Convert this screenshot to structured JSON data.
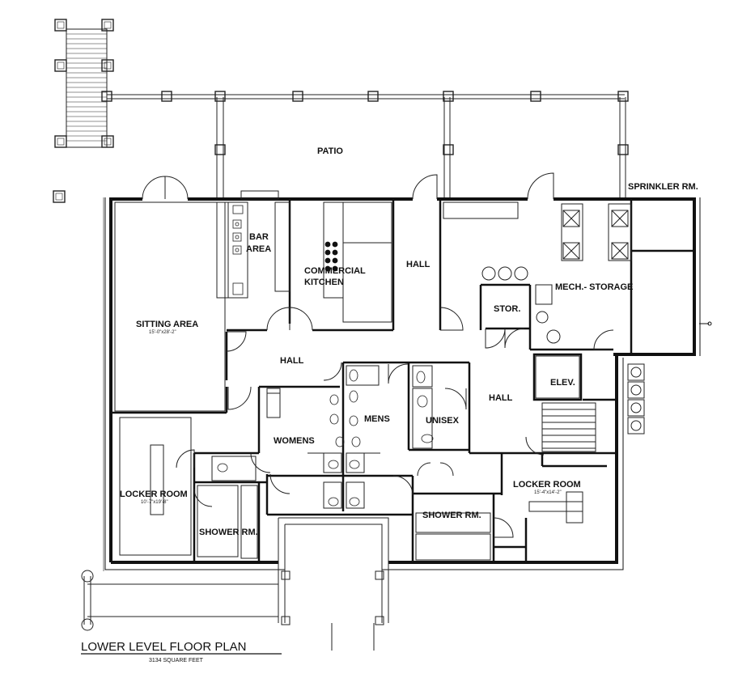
{
  "plan": {
    "title": "LOWER LEVEL FLOOR PLAN",
    "subtitle": "3134 SQUARE FEET",
    "rooms": {
      "patio": "PATIO",
      "sprinkler": "SPRINKLER RM.",
      "bar_line1": "BAR",
      "bar_line2": "AREA",
      "kitchen_line1": "COMMERCIAL",
      "kitchen_line2": "KITCHEN",
      "hall_upper": "HALL",
      "hall_middle": "HALL",
      "hall_right": "HALL",
      "mech_storage": "MECH.- STORAGE",
      "stor": "STOR.",
      "elev": "ELEV.",
      "sitting": "SITTING AREA",
      "sitting_dim": "15'-0\"x28'-2\"",
      "mens": "MENS",
      "unisex": "UNISEX",
      "womens": "WOMENS",
      "locker_left": "LOCKER ROOM",
      "locker_left_dim": "10'-7\"x19'-8\"",
      "locker_right": "LOCKER ROOM",
      "locker_right_dim": "15'-4\"x14'-2\"",
      "shower_left": "SHOWER RM.",
      "shower_right": "SHOWER RM."
    }
  }
}
